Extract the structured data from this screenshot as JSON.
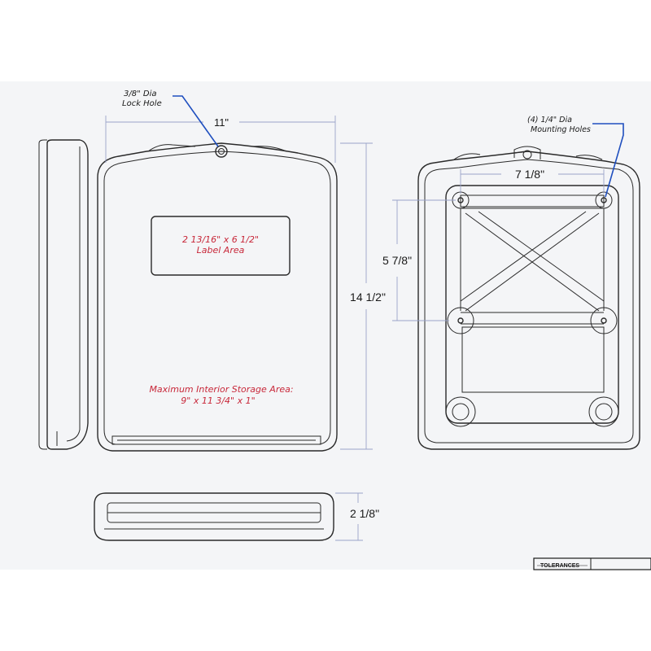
{
  "annotations": {
    "lock_hole_line1": "3/8\" Dia",
    "lock_hole_line2": "Lock Hole",
    "mounting_holes_line1": "(4)  1/4\" Dia",
    "mounting_holes_line2": "Mounting Holes",
    "label_area_line1": "2 13/16\" x 6 1/2\"",
    "label_area_line2": "Label Area",
    "storage_line1": "Maximum Interior Storage Area:",
    "storage_line2": "9\" x 11 3/4\" x 1\""
  },
  "dimensions": {
    "width": "11\"",
    "height": "14  1/2\"",
    "hole_spacing_horizontal": "7  1/8\"",
    "hole_spacing_vertical": "5  7/8\"",
    "depth": "2  1/8\""
  },
  "title_block": {
    "tolerances": "TOLERANCES"
  },
  "colors": {
    "page_bg": "#e9eaec",
    "sheet_bg": "#f4f5f7",
    "line": "#2a2a2a",
    "dimension_line": "#9aa3c8",
    "leader": "#1f4fbf",
    "label_text": "#c8283a"
  }
}
